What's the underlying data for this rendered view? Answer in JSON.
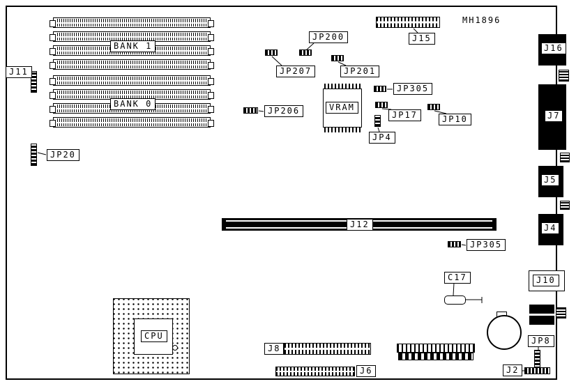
{
  "board": {
    "part_number": "MH1896"
  },
  "banks": {
    "bank1": "BANK 1",
    "bank0": "BANK 0"
  },
  "labels": {
    "j11": "J11",
    "jp20": "JP20",
    "jp200": "JP200",
    "jp207": "JP207",
    "jp201": "JP201",
    "j15": "J15",
    "jp305_top": "JP305",
    "jp206": "JP206",
    "vram": "VRAM",
    "jp17": "JP17",
    "jp10": "JP10",
    "jp4": "JP4",
    "j12": "J12",
    "jp305_bottom": "JP305",
    "j16": "J16",
    "j7": "J7",
    "j5": "J5",
    "j4": "J4",
    "j10": "J10",
    "c17": "C17",
    "cpu": "CPU",
    "j8": "J8",
    "j6": "J6",
    "jp8": "JP8",
    "j2": "J2"
  }
}
